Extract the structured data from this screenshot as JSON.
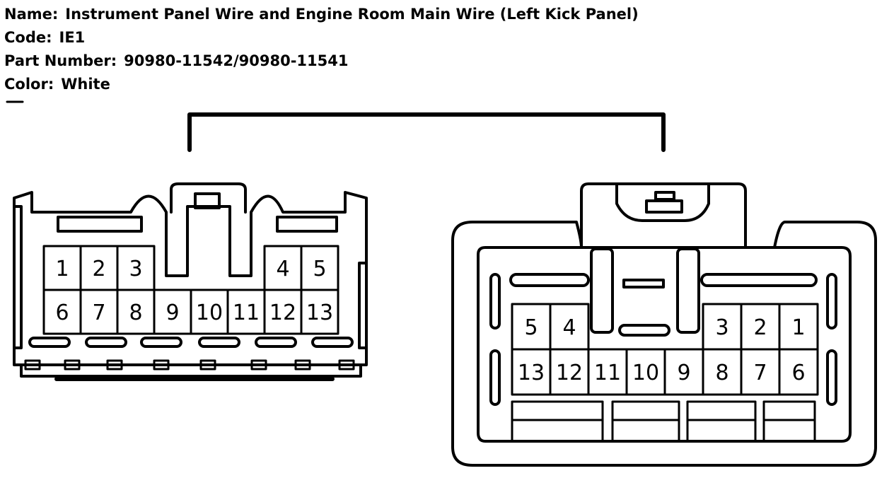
{
  "header": {
    "name_label": "Name:",
    "name_value": "Instrument Panel Wire and Engine Room Main Wire (Left Kick Panel)",
    "code_label": "Code:",
    "code_value": "IE1",
    "part_label": "Part Number:",
    "part_value": "90980-11542/90980-11541",
    "color_label": "Color:",
    "color_value": "White"
  },
  "colors": {
    "line": "#000000",
    "background": "#ffffff"
  },
  "left_connector": {
    "top_row": [
      "1",
      "2",
      "3",
      "4",
      "5"
    ],
    "bottom_row": [
      "6",
      "7",
      "8",
      "9",
      "10",
      "11",
      "12",
      "13"
    ]
  },
  "right_connector": {
    "top_row": [
      "5",
      "4",
      "3",
      "2",
      "1"
    ],
    "bottom_row": [
      "13",
      "12",
      "11",
      "10",
      "9",
      "8",
      "7",
      "6"
    ]
  }
}
